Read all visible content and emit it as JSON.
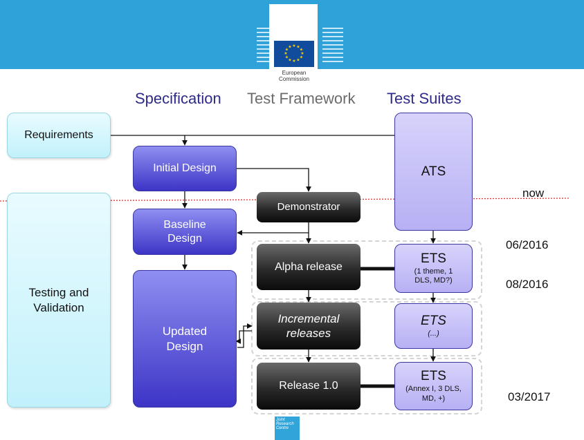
{
  "logo": {
    "text": "European Commission",
    "icon": "eu-flag-icon"
  },
  "bottom_logo": {
    "text": "Joint Research Centre"
  },
  "columns": {
    "specification": "Specification",
    "test_framework": "Test Framework",
    "test_suites": "Test Suites"
  },
  "boxes": {
    "requirements": "Requirements",
    "testing_validation": "Testing and Validation",
    "initial_design": "Initial Design",
    "baseline_design": "Baseline Design",
    "updated_design": "Updated Design",
    "demonstrator": "Demonstrator",
    "alpha_release": "Alpha release",
    "incremental_releases": "Incremental releases",
    "release_1_0": "Release 1.0",
    "ats": "ATS",
    "ets1_title": "ETS",
    "ets1_sub": "(1 theme, 1 DLS, MD?)",
    "ets2_title": "ETS",
    "ets2_sub": "(...)",
    "ets3_title": "ETS",
    "ets3_sub": "(Annex I, 3 DLS, MD, +)"
  },
  "now_label": "now",
  "dates": [
    "06/2016",
    "08/2016",
    "03/2017"
  ],
  "colors": {
    "banner": "#2fa3d9",
    "purple": "#3d34c6",
    "dark": "#1a1a1a",
    "cyan": "#c2f1fb",
    "now_line": "#e03030"
  }
}
